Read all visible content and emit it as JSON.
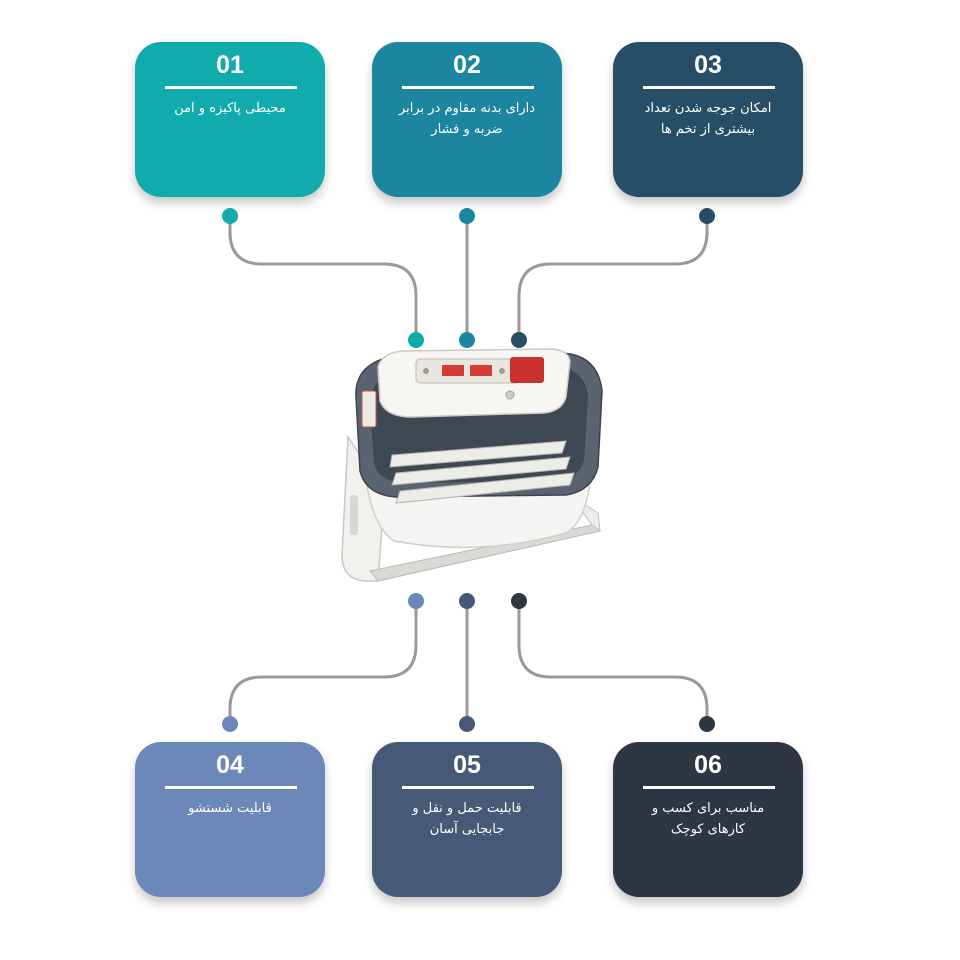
{
  "colors": {
    "c1": "#11aaad",
    "c2": "#1c86a0",
    "c3": "#264f67",
    "c4": "#6b88b8",
    "c5": "#465a78",
    "c6": "#2d3744",
    "connector": "#9a9a9a"
  },
  "features": [
    {
      "number": "01",
      "text": "محیطی پاکیزه و امن"
    },
    {
      "number": "02",
      "text": "دارای بدنه مقاوم در برابر ضربه و فشار"
    },
    {
      "number": "03",
      "text": "امکان جوجه شدن تعداد بیشتری از تخم ها"
    },
    {
      "number": "04",
      "text": "قابلیت شستشو"
    },
    {
      "number": "05",
      "text": "قابلیت حمل و نقل و جابجایی آسان"
    },
    {
      "number": "06",
      "text": "مناسب برای کسب و کارهای کوچک"
    }
  ],
  "product": {
    "image": "egg-incubator"
  }
}
